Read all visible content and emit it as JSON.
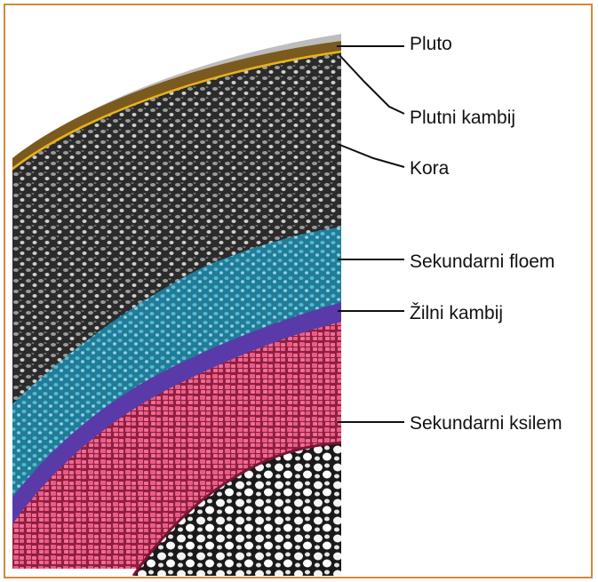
{
  "diagram": {
    "labels": {
      "pluto": "Pluto",
      "plutni_kambij": "Plutni kambij",
      "kora": "Kora",
      "sekundarni_floem": "Sekundarni floem",
      "zilni_kambij": "Žilni kambij",
      "sekundarni_ksilem": "Sekundarni ksilem"
    },
    "colors": {
      "frame": "#d4893b",
      "cork": "#7a5a1e",
      "cork_cambium": "#e8b21a",
      "cortex": "#3a3a3a",
      "secondary_phloem": "#2a8aa8",
      "vascular_cambium": "#5a3aa8",
      "secondary_xylem": "#e0557f",
      "pith": "#f2f2f2"
    }
  }
}
